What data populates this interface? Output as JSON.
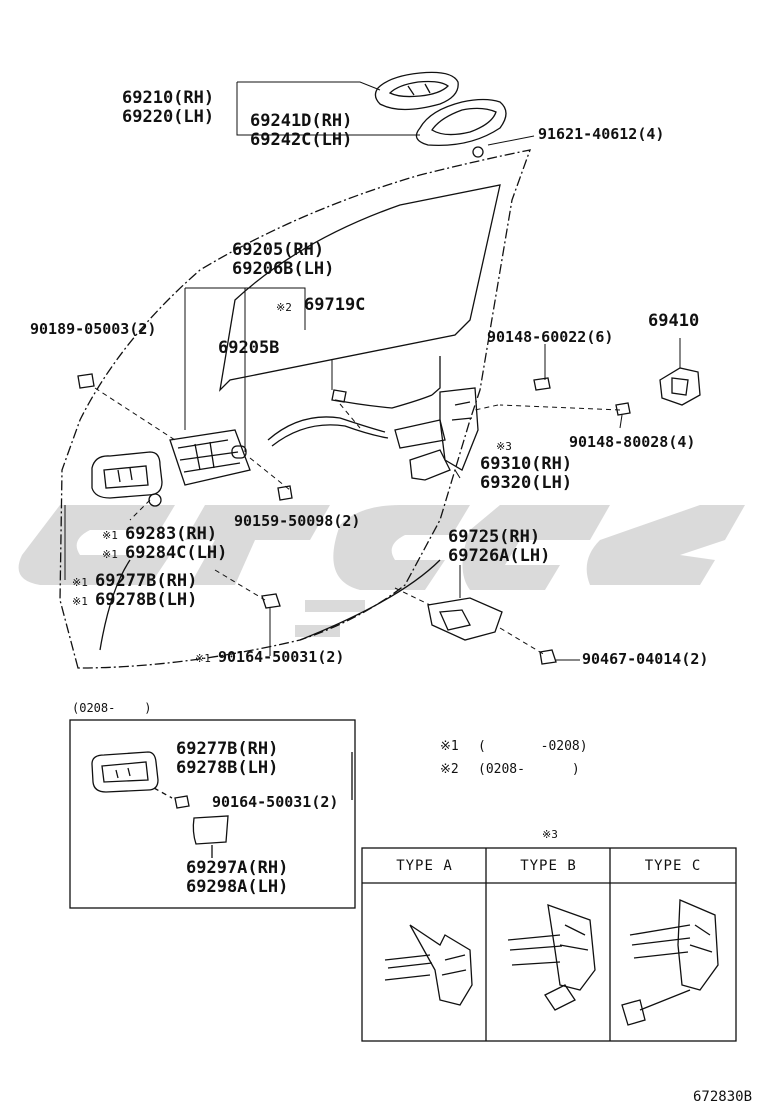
{
  "labels": {
    "p69210": "69210(RH)",
    "p69220": "69220(LH)",
    "p69241d": "69241D(RH)",
    "p69242c": "69242C(LH)",
    "p91621": "91621-40612(4)",
    "p69205": "69205(RH)",
    "p69206b": "69206B(LH)",
    "p69719c": "69719C",
    "p69719c_mark": "※2",
    "p90189": "90189-05003(2)",
    "p69205b": "69205B",
    "p90148_60022": "90148-60022(6)",
    "p69410": "69410",
    "p90148_80028": "90148-80028(4)",
    "p_mark3_a": "※3",
    "p69310": "69310(RH)",
    "p69320": "69320(LH)",
    "p90159": "90159-50098(2)",
    "p69283": "69283(RH)",
    "p69283_mark": "※1",
    "p69284c": "69284C(LH)",
    "p69284c_mark": "※1",
    "p69277b": "69277B(RH)",
    "p69277b_mark": "※1",
    "p69278b": "69278B(LH)",
    "p69278b_mark": "※1",
    "p69725": "69725(RH)",
    "p69726a": "69726A(LH)",
    "p90164": "90164-50031(2)",
    "p90164_mark": "※1",
    "p90467": "90467-04014(2)"
  },
  "inset": {
    "date_range": "(0208-    )",
    "p69277b": "69277B(RH)",
    "p69278b": "69278B(LH)",
    "p90164": "90164-50031(2)",
    "p69297a": "69297A(RH)",
    "p69298a": "69298A(LH)"
  },
  "notes": {
    "n1_mark": "※1",
    "n1_text": "(       -0208)",
    "n2_mark": "※2",
    "n2_text": "(0208-      )"
  },
  "types_table": {
    "mark": "※3",
    "headers": [
      "TYPE A",
      "TYPE B",
      "TYPE C"
    ]
  },
  "drawing_code": "672830B",
  "colors": {
    "line": "#111111",
    "watermark": "#d4d4d4"
  }
}
